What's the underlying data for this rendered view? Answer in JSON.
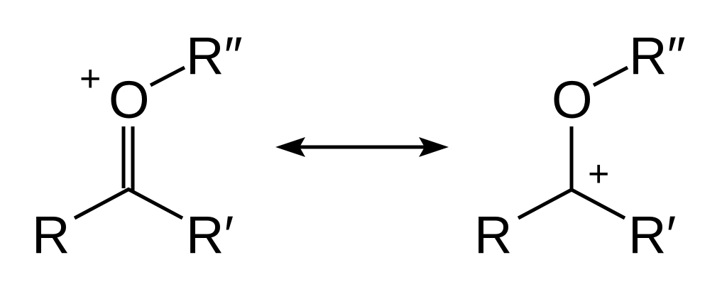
{
  "left_structure": {
    "oxygen": "O",
    "oxygen_charge": "+",
    "r_double_prime": "R″",
    "r": "R",
    "r_prime": "R′"
  },
  "arrow": {
    "type": "resonance"
  },
  "right_structure": {
    "oxygen": "O",
    "carbon_charge": "+",
    "r_double_prime": "R″",
    "r": "R",
    "r_prime": "R′"
  }
}
